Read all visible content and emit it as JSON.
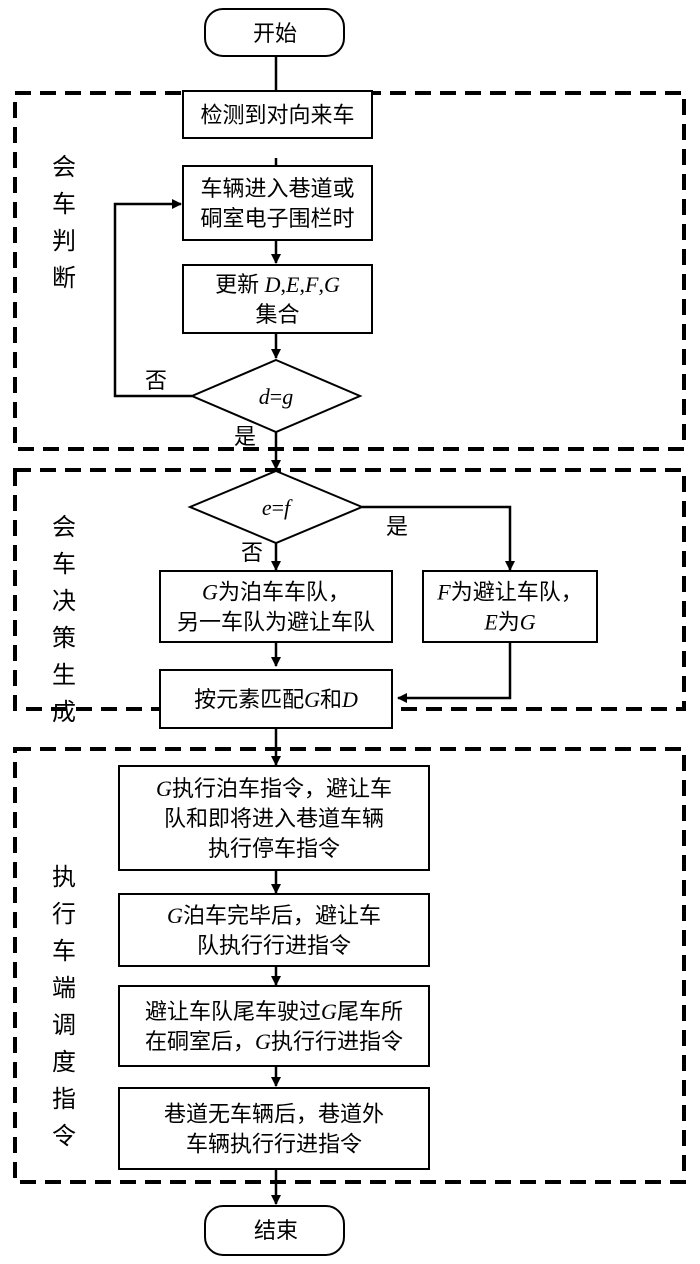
{
  "diagram": {
    "type": "flowchart",
    "start": "开始",
    "end": "结束",
    "groups": [
      {
        "label": "会车判断"
      },
      {
        "label": "会车决策生成"
      },
      {
        "label": "执行车端调度指令"
      }
    ],
    "nodes": {
      "detect": [
        "检测到对向来车"
      ],
      "enter_fence": [
        "车辆进入巷道或",
        "硐室电子围栏时"
      ],
      "update_sets": [
        [
          {
            "t": "更新 "
          },
          {
            "t": "D",
            "i": true
          },
          {
            "t": ","
          },
          {
            "t": "E",
            "i": true
          },
          {
            "t": ","
          },
          {
            "t": "F",
            "i": true
          },
          {
            "t": ","
          },
          {
            "t": "G",
            "i": true
          }
        ],
        [
          {
            "t": "集合"
          }
        ]
      ],
      "cond_dg": [
        [
          {
            "t": "d",
            "i": true
          },
          {
            "t": "="
          },
          {
            "t": "g",
            "i": true
          }
        ]
      ],
      "cond_ef": [
        [
          {
            "t": "e",
            "i": true
          },
          {
            "t": "="
          },
          {
            "t": "f",
            "i": true
          }
        ]
      ],
      "g_park": [
        [
          {
            "t": "G",
            "i": true
          },
          {
            "t": "为泊车车队，"
          }
        ],
        [
          {
            "t": "另一车队为避让车队"
          }
        ]
      ],
      "f_yield": [
        [
          {
            "t": "F",
            "i": true
          },
          {
            "t": "为避让车队，"
          }
        ],
        [
          {
            "t": "E",
            "i": true
          },
          {
            "t": "为"
          },
          {
            "t": "G",
            "i": true
          }
        ]
      ],
      "match": [
        [
          {
            "t": "按元素匹配"
          },
          {
            "t": "G",
            "i": true
          },
          {
            "t": "和"
          },
          {
            "t": "D",
            "i": true
          }
        ]
      ],
      "exec_park": [
        [
          {
            "t": "G",
            "i": true
          },
          {
            "t": "执行泊车指令，避让车"
          }
        ],
        [
          {
            "t": "队和即将进入巷道车辆"
          }
        ],
        [
          {
            "t": "执行停车指令"
          }
        ]
      ],
      "after_park": [
        [
          {
            "t": "G",
            "i": true
          },
          {
            "t": "泊车完毕后，避让车"
          }
        ],
        [
          {
            "t": "队执行行进指令"
          }
        ]
      ],
      "tail_pass": [
        [
          {
            "t": "避让车队尾车驶过"
          },
          {
            "t": "G",
            "i": true
          },
          {
            "t": "尾车所"
          }
        ],
        [
          {
            "t": "在硐室后，"
          },
          {
            "t": "G",
            "i": true
          },
          {
            "t": "执行行进指令"
          }
        ]
      ],
      "clear": [
        [
          {
            "t": "巷道无车辆后，巷道外"
          }
        ],
        [
          {
            "t": "车辆执行行进指令"
          }
        ]
      ]
    },
    "branch_labels": {
      "dg_no": "否",
      "dg_yes": "是",
      "ef_yes": "是",
      "ef_no": "否"
    }
  }
}
